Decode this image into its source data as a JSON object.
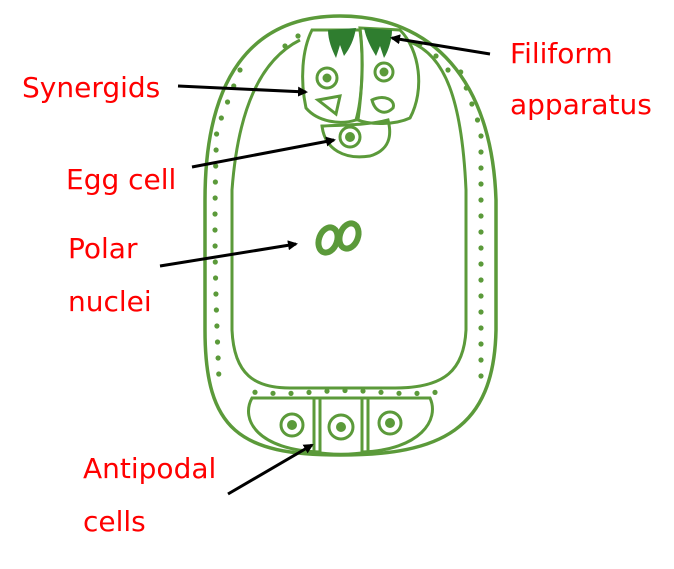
{
  "labels": {
    "synergids": "Synergids",
    "egg_cell": "Egg cell",
    "polar_line1": "Polar",
    "polar_line2": "nuclei",
    "filiform_line1": "Filiform",
    "filiform_line2": "apparatus",
    "antipodal_line1": "Antipodal",
    "antipodal_line2": "cells"
  },
  "colors": {
    "cell_outline": "#5b9a3a",
    "filiform": "#2f7d2f",
    "label_text": "#ff0000",
    "arrow": "#000000"
  }
}
